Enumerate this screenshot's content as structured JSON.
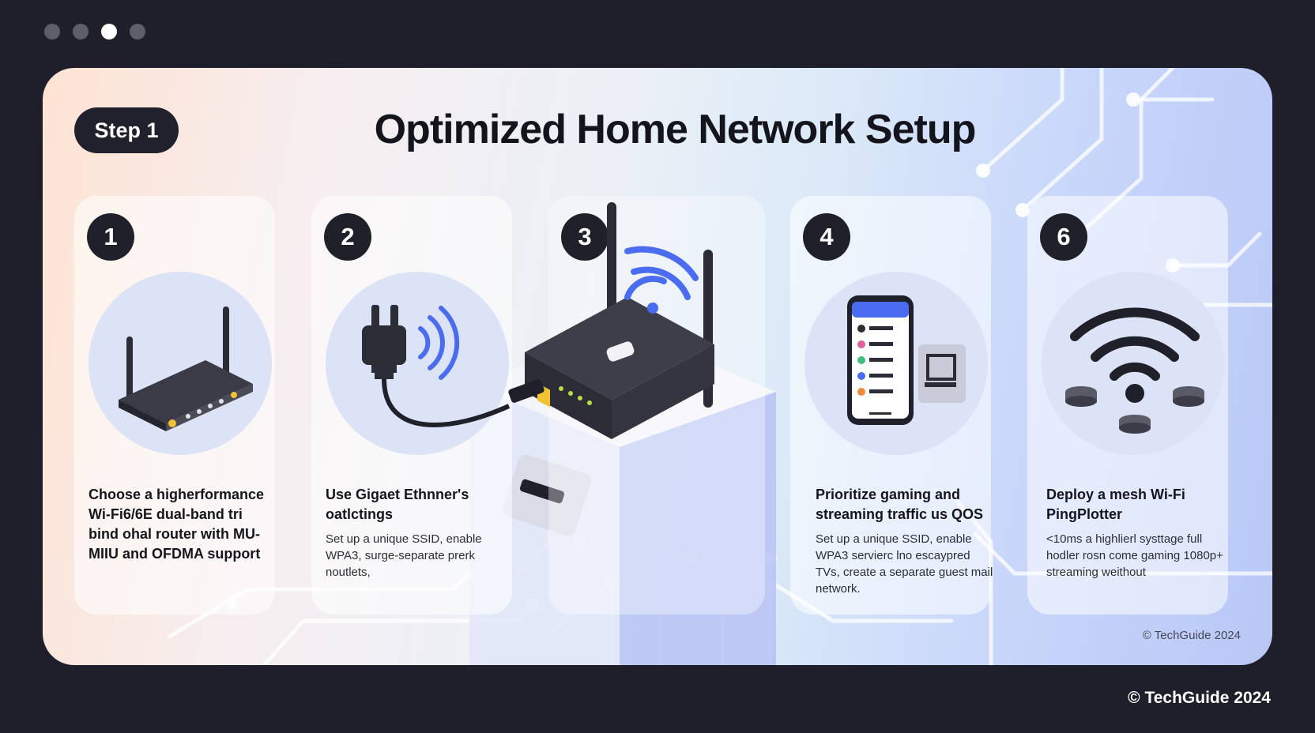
{
  "carousel": {
    "dot_count": 4,
    "active_index": 2
  },
  "slide": {
    "step_label": "Step 1",
    "title": "Optimized Home Network Setup",
    "footer": "© TechGuide 2024"
  },
  "steps": [
    {
      "number": "1",
      "icon": "router-icon",
      "heading": "Choose a higherformance Wi-Fi6/6E dual-band tri bind ohal router with MU-MIIU and OFDMA support",
      "body": ""
    },
    {
      "number": "2",
      "icon": "ethernet-plug-icon",
      "heading": "Use Gigaet Ethnner's oatlctings",
      "body": "Set up a unique SSID, enable WPA3, surge-separate prerk noutlets,"
    },
    {
      "number": "3",
      "icon": "central-router-icon",
      "heading": "",
      "body": ""
    },
    {
      "number": "4",
      "icon": "phone-app-icon",
      "heading": "Prioritize gaming and streaming traffic us QOS",
      "body": "Set up a unique SSID, enable WPA3 servierc lno escaypred TVs, create a separate guest mail network."
    },
    {
      "number": "6",
      "icon": "mesh-wifi-icon",
      "heading": "Deploy a mesh Wi-Fi PingPlotter",
      "body": "<10ms a highlierl systtage full hodler rosn come gaming 1080p+ streaming weithout"
    }
  ],
  "page_footer": "© TechGuide 2024",
  "colors": {
    "background": "#1e1f2b",
    "accent_blue": "#4a6cf0",
    "dark": "#20212c",
    "port_yellow": "#f2c232"
  }
}
